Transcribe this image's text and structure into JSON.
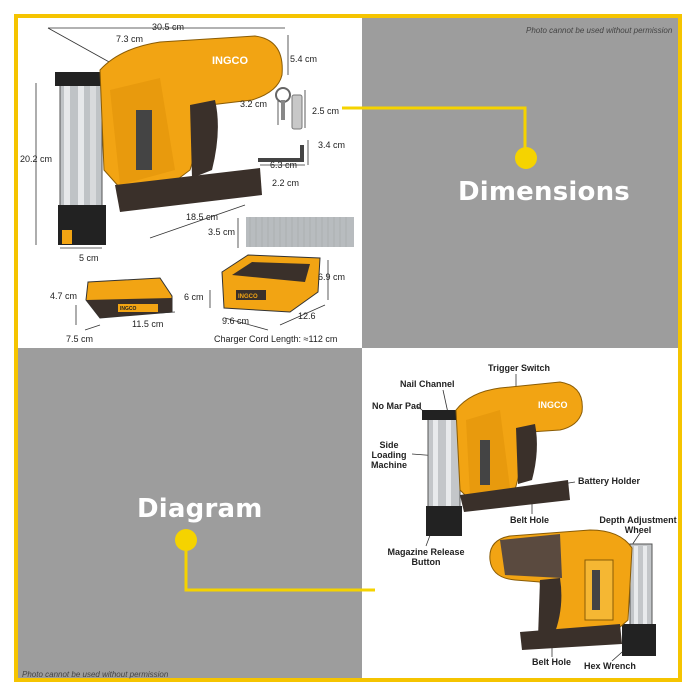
{
  "watermark_top": "Photo cannot be used without permission",
  "watermark_bottom": "Photo cannot be used without permission",
  "sections": {
    "dimensions_title": "Dimensions",
    "diagram_title": "Diagram"
  },
  "brand": "INGCO",
  "battery_brand": "INGCO",
  "charger_brand": "INGCO",
  "dimensions": {
    "length": "30.5 cm",
    "head_width": "7.3 cm",
    "head_height": "5.4 cm",
    "height": "20.2 cm",
    "base": "5 cm",
    "depth": "18.5 cm",
    "foot": "2.2 cm",
    "pin_height": "3.2 cm",
    "pin_width": "2.5 cm",
    "wrench_length": "6.3 cm",
    "wrench_height": "3.4 cm",
    "nail_height": "3.5 cm",
    "battery_height": "4.7 cm",
    "battery_length": "11.5 cm",
    "battery_width": "7.5 cm",
    "charger_height": "6 cm",
    "charger_depth": "6.9 cm",
    "charger_length": "9.6 cm",
    "charger_width": "12.6",
    "cord_length": "Charger Cord Length: ≈112 cm"
  },
  "diagram_labels": {
    "nail_channel": "Nail Channel",
    "no_mar_pad": "No Mar Pad",
    "trigger_switch": "Trigger Switch",
    "side_loading": "Side Loading Machine",
    "battery_holder": "Battery Holder",
    "belt_hole_1": "Belt Hole",
    "magazine_release": "Magazine Release Button",
    "depth_wheel": "Depth Adjustment Wheel",
    "belt_hole_2": "Belt Hole",
    "hex_wrench": "Hex Wrench"
  },
  "colors": {
    "accent": "#f5c400",
    "panel_gray": "#9d9d9d",
    "tool_orange": "#f2a413",
    "tool_dark": "#3a302a"
  }
}
